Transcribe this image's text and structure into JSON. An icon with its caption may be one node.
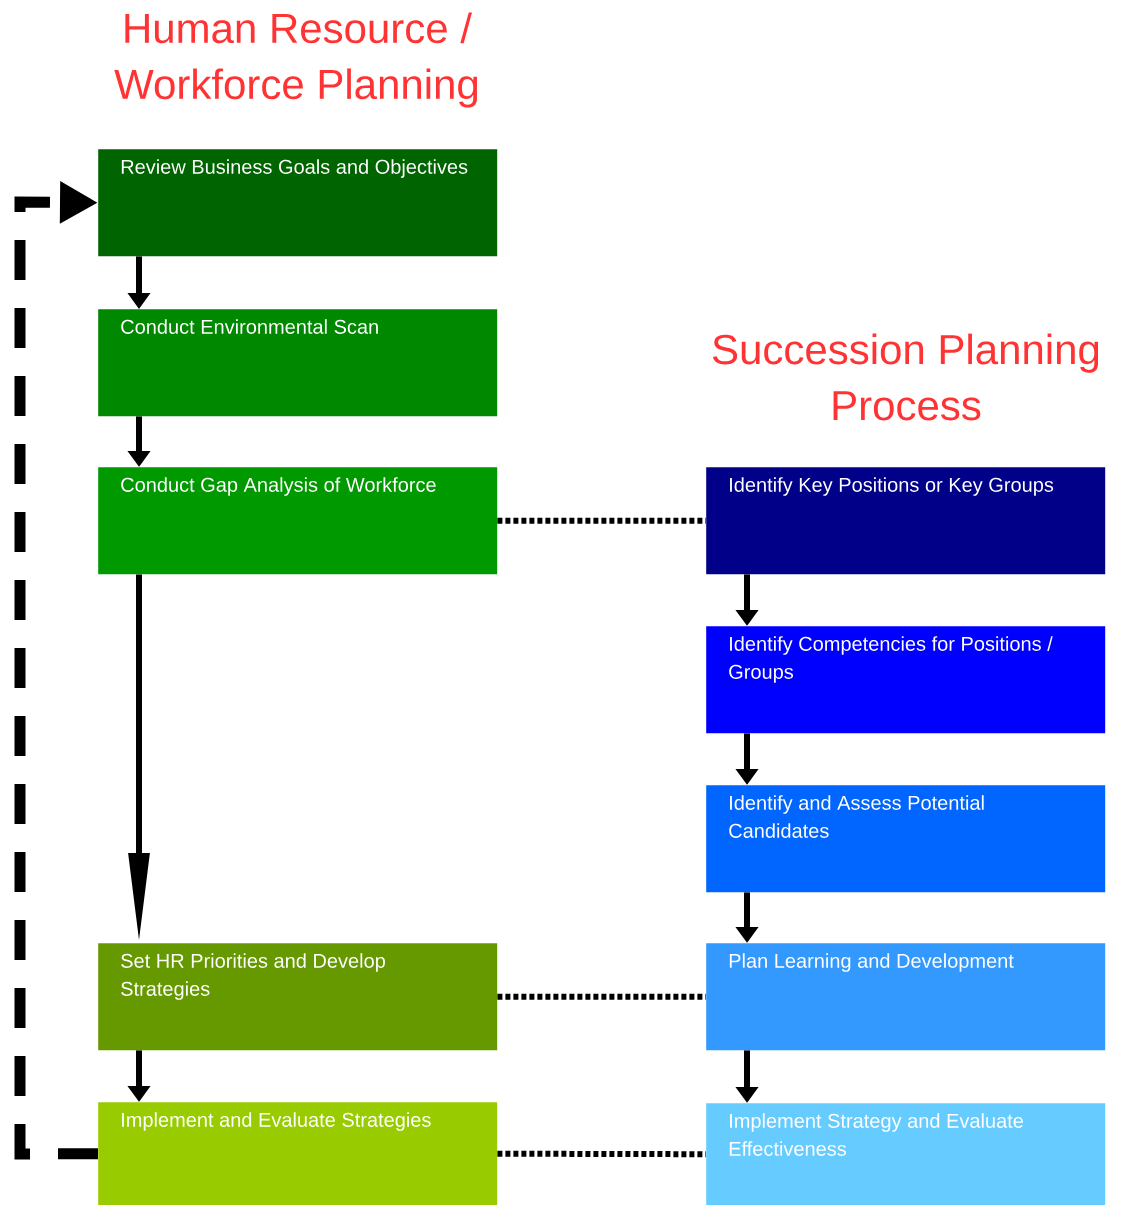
{
  "diagram": {
    "nodes": [
      {
        "text": [
          "Review Business Goals and Objectives"
        ]
      },
      {
        "text": [
          "Conduct Environmental Scan"
        ]
      },
      {
        "text": [
          "Conduct Gap Analysis of Workforce"
        ]
      },
      {
        "text": [
          "Set HR Priorities and Develop Strategies"
        ]
      },
      {
        "text": [
          "Implement and Evaluate Strategies"
        ]
      },
      {
        "text": [
          "Identify Key Positions or Key Groups"
        ]
      },
      {
        "text": [
          "Identify Competencies for Positions / Groups"
        ]
      },
      {
        "text": [
          "Identify and Assess Potential Candidates"
        ]
      },
      {
        "text": [
          "Plan Learning and Development"
        ]
      },
      {
        "text": [
          "Implement Strategy and Evaluate Effectiveness"
        ]
      }
    ],
    "edges": [
      {
        "from": 0,
        "to": 1,
        "arrow": "to"
      },
      {
        "from": 1,
        "to": 2,
        "arrow": "to"
      },
      {
        "from": 2,
        "to": 3,
        "arrow": "to"
      },
      {
        "from": 3,
        "to": 4,
        "arrow": "to"
      },
      {
        "from": 4,
        "to": 0,
        "arrow": "to",
        "style": "dashed"
      },
      {
        "from": 2,
        "to": 5,
        "arrow": "none",
        "style": "dashed"
      },
      {
        "from": 5,
        "to": 6,
        "arrow": "to"
      },
      {
        "from": 6,
        "to": 7,
        "arrow": "to"
      },
      {
        "from": 7,
        "to": 8,
        "arrow": "to"
      },
      {
        "from": 8,
        "to": 9,
        "arrow": "to"
      },
      {
        "from": 3,
        "to": 8,
        "arrow": "none",
        "style": "dashed"
      },
      {
        "from": 4,
        "to": 9,
        "arrow": "none",
        "style": "dashed"
      }
    ],
    "labels": [
      "Human Resource / Workforce Planning",
      "Succession Planning Process"
    ]
  }
}
